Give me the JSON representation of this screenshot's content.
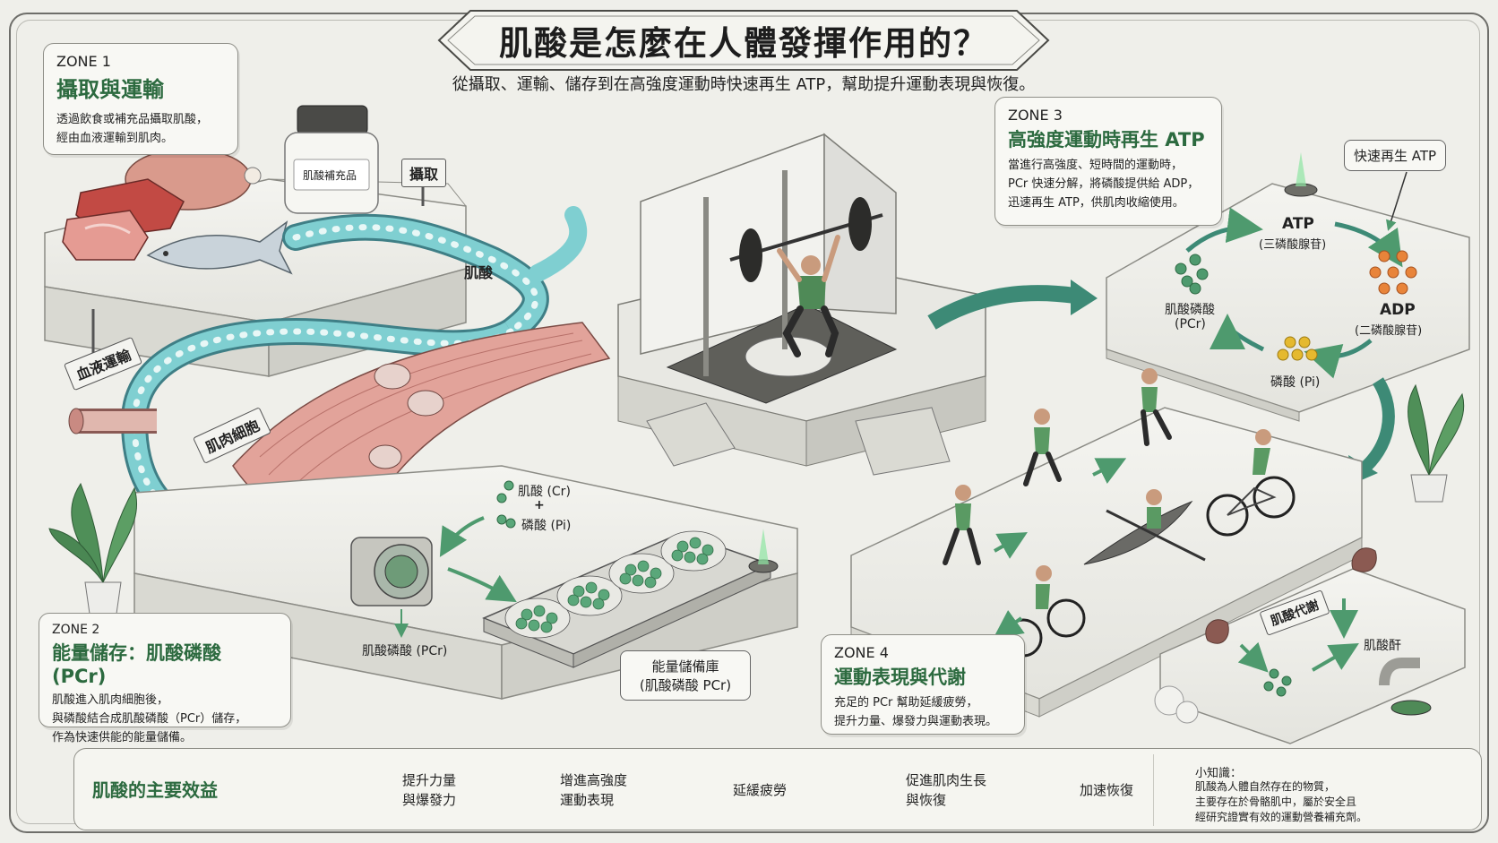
{
  "title": "肌酸是怎麼在人體發揮作用的？",
  "subtitle": "從攝取、運輸、儲存到在高強度運動時快速再生 ATP，幫助提升運動表現與恢復。",
  "zone1": {
    "label": "ZONE 1",
    "title": "攝取與運輸",
    "desc": "透過飲食或補充品攝取肌酸，\n經由血液運輸到肌肉。",
    "jar_label": "肌酸補充品",
    "sign_intake": "攝取",
    "sign_blood": "血液運輸",
    "tube_label": "肌酸",
    "muscle_label": "肌肉細胞"
  },
  "zone2": {
    "label": "ZONE 2",
    "title": "能量儲存：肌酸磷酸 (PCr)",
    "desc": "肌酸進入肌肉細胞後，\n與磷酸結合成肌酸磷酸（PCr）儲存，\n作為快速供能的能量儲備。",
    "cr_label": "肌酸 (Cr)",
    "plus": "+",
    "pi_label": "磷酸 (Pi)",
    "pcr_label": "肌酸磷酸 (PCr)",
    "storage_label": "能量儲備庫\n(肌酸磷酸 PCr)"
  },
  "zone3": {
    "label": "ZONE 3",
    "title": "高強度運動時再生 ATP",
    "desc": "當進行高強度、短時間的運動時，\nPCr 快速分解，將磷酸提供給 ADP，\n迅速再生 ATP，供肌肉收縮使用。",
    "callout": "快速再生 ATP",
    "atp": "ATP",
    "atp_sub": "(三磷酸腺苷)",
    "adp": "ADP",
    "adp_sub": "(二磷酸腺苷)",
    "pcr": "肌酸磷酸",
    "pcr_sub": "(PCr)",
    "pi": "磷酸 (Pi)"
  },
  "zone4": {
    "label": "ZONE 4",
    "title": "運動表現與代謝",
    "desc": "充足的 PCr 幫助延緩疲勞，\n提升力量、爆發力與運動表現。",
    "sign_metabolism": "肌酸代謝",
    "creatinine": "肌酸酐"
  },
  "benefits": {
    "title": "肌酸的主要效益",
    "items": [
      {
        "label": "提升力量\n與爆發力",
        "icon": "muscle-icon"
      },
      {
        "label": "增進高強度\n運動表現",
        "icon": "runner-icon"
      },
      {
        "label": "延緩疲勞",
        "icon": "clock-icon"
      },
      {
        "label": "促進肌肉生長\n與恢復",
        "icon": "muscle-fiber-icon"
      },
      {
        "label": "加速恢復",
        "icon": "recovery-icon"
      }
    ],
    "tip_title": "小知識：",
    "tip_body": "肌酸為人體自然存在的物質，\n主要存在於骨骼肌中，屬於安全且\n經研究證實有效的運動營養補充劑。"
  },
  "colors": {
    "accent_green": "#2c6a3f",
    "tube_teal": "#6fc3c6",
    "muscle_pink": "#d99a92",
    "orange_adp": "#e8843a",
    "yellow_pi": "#e5b92f"
  }
}
